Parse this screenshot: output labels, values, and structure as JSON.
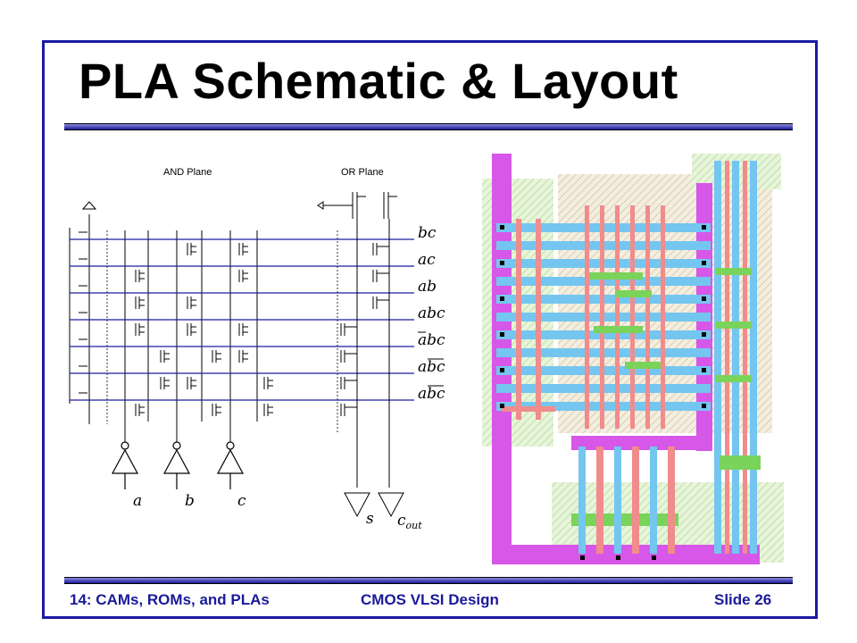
{
  "slide": {
    "title": "PLA Schematic & Layout",
    "footer_left": "14: CAMs, ROMs, and PLAs",
    "footer_center": "CMOS VLSI Design",
    "footer_right": "Slide 26"
  },
  "schematic": {
    "and_plane_label": "AND Plane",
    "or_plane_label": "OR Plane",
    "product_terms": [
      "bc",
      "ac",
      "ab",
      "abc",
      "abc",
      "abc",
      "abc"
    ],
    "inputs": [
      "a",
      "b",
      "c"
    ],
    "outputs": [
      {
        "name": "s",
        "sub": ""
      },
      {
        "name": "c",
        "sub": "out"
      }
    ]
  },
  "colors": {
    "frame": "#1a1aa6",
    "wordline": "#1c1ca0",
    "metal1": "#74c6f0",
    "poly": "#f08c8c",
    "metal2": "#d657e8",
    "diffusion": "#7ad35a",
    "contact": "#000000"
  }
}
